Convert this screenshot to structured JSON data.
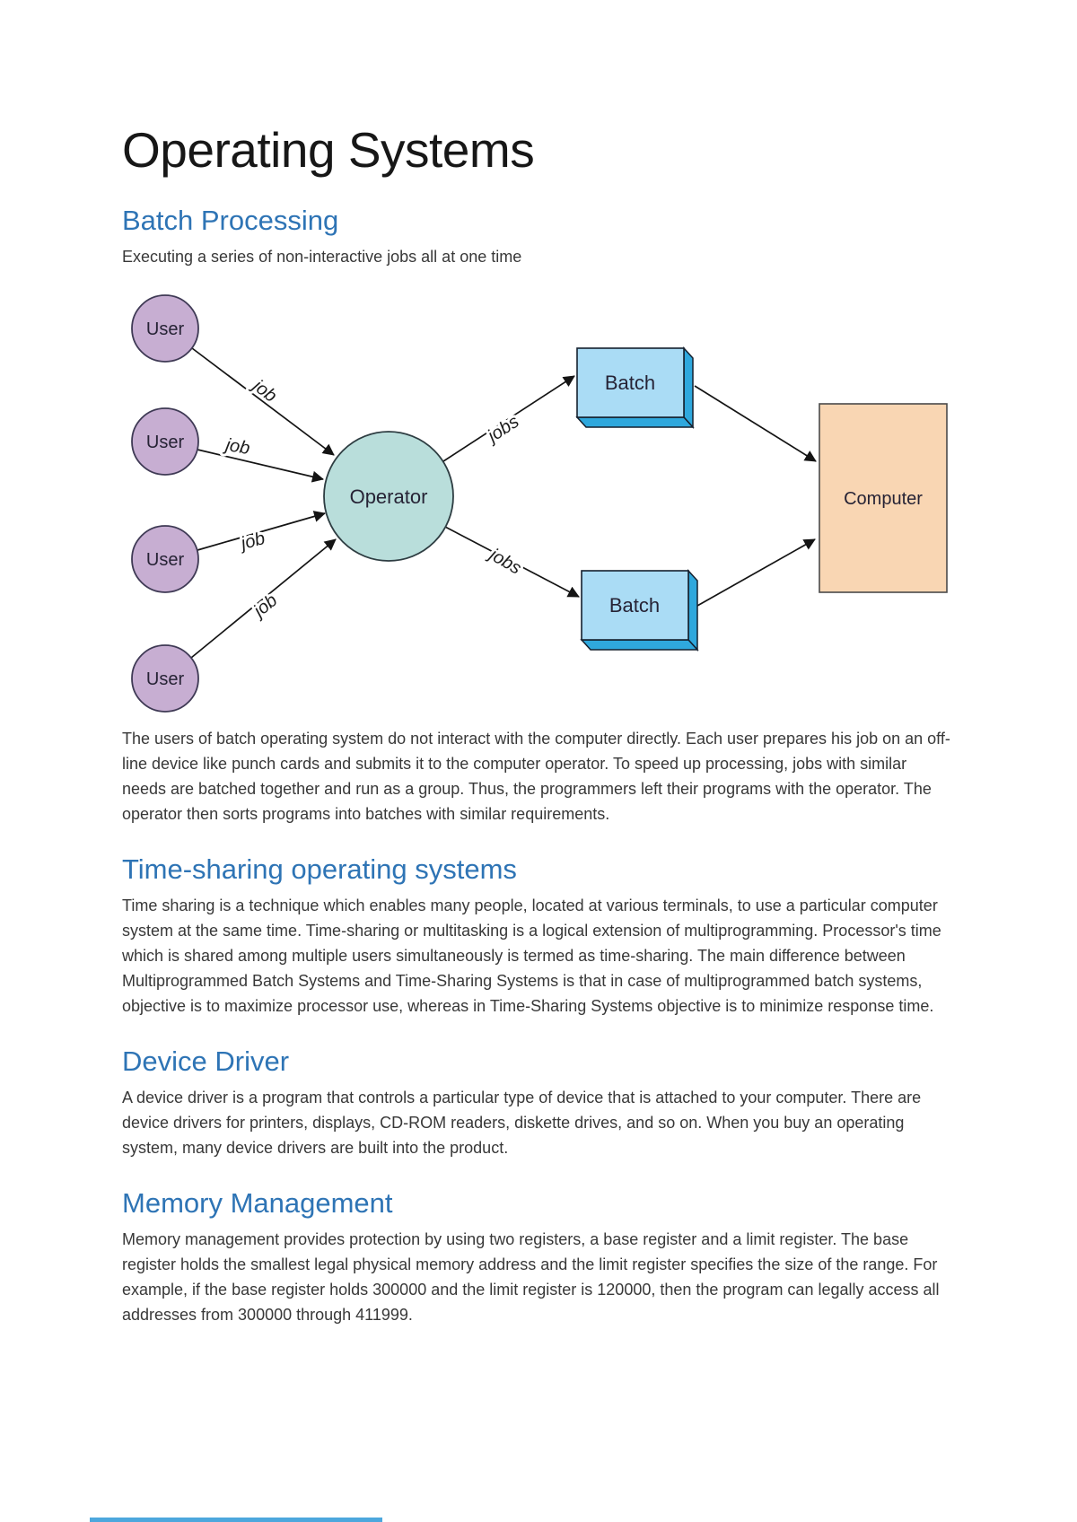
{
  "page": {
    "title": "Operating Systems"
  },
  "sections": {
    "batch": {
      "heading": "Batch Processing",
      "intro": "Executing a series of non-interactive jobs all at one time",
      "body": "The users of batch operating system do not interact with the computer directly. Each user prepares his job on an off-line device like punch cards and submits it to the computer operator. To speed up processing, jobs with similar needs are batched together and run as a group. Thus, the programmers left their programs with the operator. The operator then sorts programs into batches with similar requirements."
    },
    "timesharing": {
      "heading": "Time-sharing operating systems",
      "body": "Time sharing is a technique which enables many people, located at various terminals, to use a particular computer system at the same time. Time-sharing or multitasking is a logical extension of multiprogramming. Processor's time which is shared among multiple users simultaneously is termed as time-sharing. The main difference between Multiprogrammed Batch Systems and Time-Sharing Systems is that in case of multiprogrammed batch systems, objective is to maximize processor use, whereas in Time-Sharing Systems objective is to minimize response time."
    },
    "device": {
      "heading": "Device Driver",
      "body": "A device driver is a program that controls a particular type of device that is attached to your computer. There are device drivers for printers, displays, CD-ROM readers, diskette drives, and so on. When you buy an operating system, many device drivers are built into the product."
    },
    "memory": {
      "heading": "Memory Management",
      "body": "Memory management provides protection by using two registers, a base register and a limit register. The base register holds the smallest legal physical memory address and the limit register specifies the size of the range. For example, if the base register holds 300000 and the limit register is 120000, then the program can legally access all addresses from 300000 through 411999."
    }
  },
  "diagram": {
    "users": [
      "User",
      "User",
      "User",
      "User"
    ],
    "operator_label": "Operator",
    "batch_labels": [
      "Batch",
      "Batch"
    ],
    "computer_label": "Computer",
    "job_labels": [
      "job",
      "job",
      "job",
      "job"
    ],
    "jobs_labels": [
      "jobs",
      "jobs"
    ],
    "colors": {
      "user_fill": "#c7aed2",
      "user_stroke": "#3f3a55",
      "operator_fill": "#b9dedb",
      "operator_stroke": "#2e3d42",
      "batch_face": "#aadcf5",
      "batch_side": "#2fa8dd",
      "batch_stroke": "#15202e",
      "computer_fill": "#f9d6b3",
      "computer_stroke": "#4a4a4a",
      "arrow": "#141414",
      "heading_blue": "#2E74B5",
      "cutoff_bar_blue": "#4da7dd"
    }
  }
}
